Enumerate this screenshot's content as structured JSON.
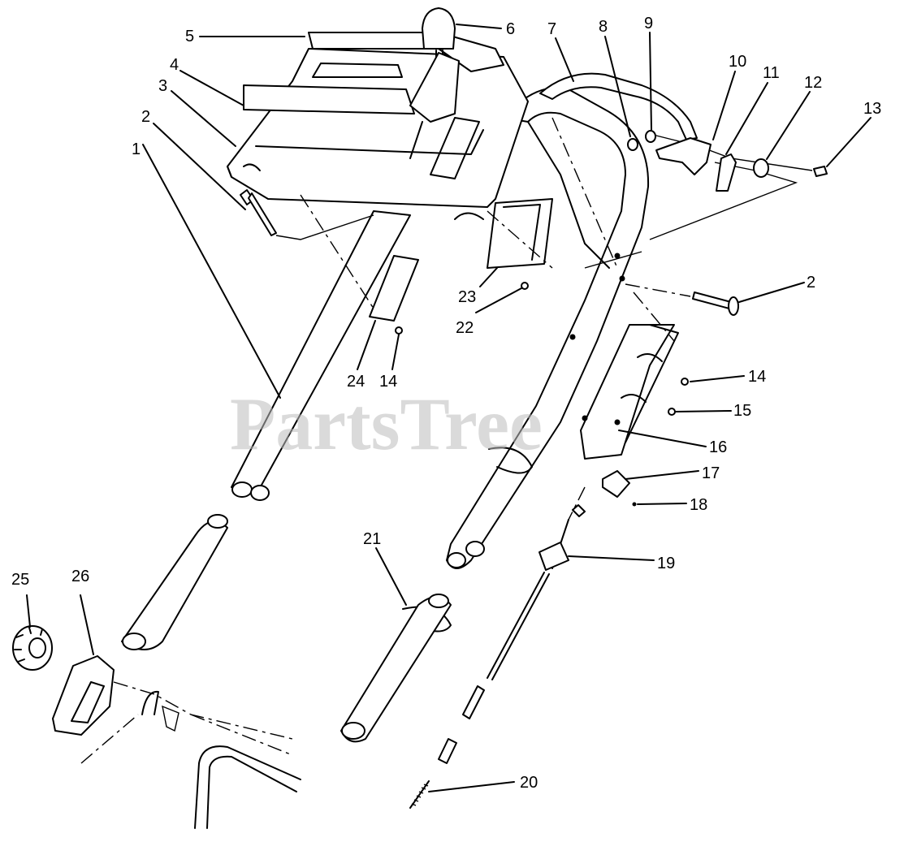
{
  "watermark": "PartsTree",
  "callouts": [
    "1",
    "2",
    "3",
    "4",
    "5",
    "6",
    "7",
    "8",
    "9",
    "10",
    "11",
    "12",
    "13",
    "2",
    "14",
    "15",
    "16",
    "17",
    "18",
    "19",
    "20",
    "21",
    "22",
    "23",
    "24",
    "14",
    "25",
    "26"
  ]
}
